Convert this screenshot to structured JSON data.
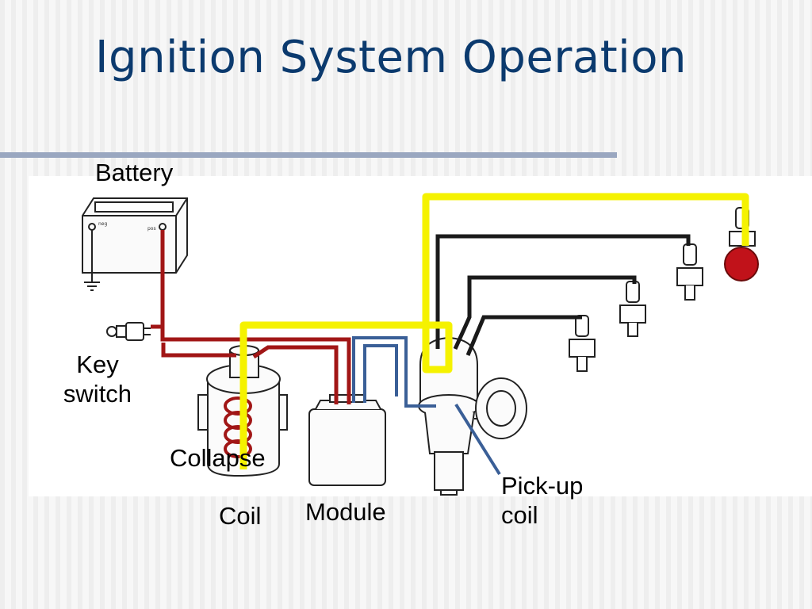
{
  "slide": {
    "title": "Ignition System Operation"
  },
  "diagram": {
    "labels": {
      "battery": "Battery",
      "key_switch_line1": "Key",
      "key_switch_line2": "switch",
      "collapse": "Collapse",
      "coil": "Coil",
      "module": "Module",
      "pickup_line1": "Pick-up",
      "pickup_line2": "coil"
    },
    "battery_terminals": {
      "neg": "neg",
      "pos": "pos"
    },
    "colors": {
      "title": "#0b3a6e",
      "primary_wire": "#a11616",
      "secondary_wire": "#f5f200",
      "trigger_wire": "#3a5f97",
      "firing_plug": "#c1121a",
      "line_art": "#222222"
    }
  }
}
